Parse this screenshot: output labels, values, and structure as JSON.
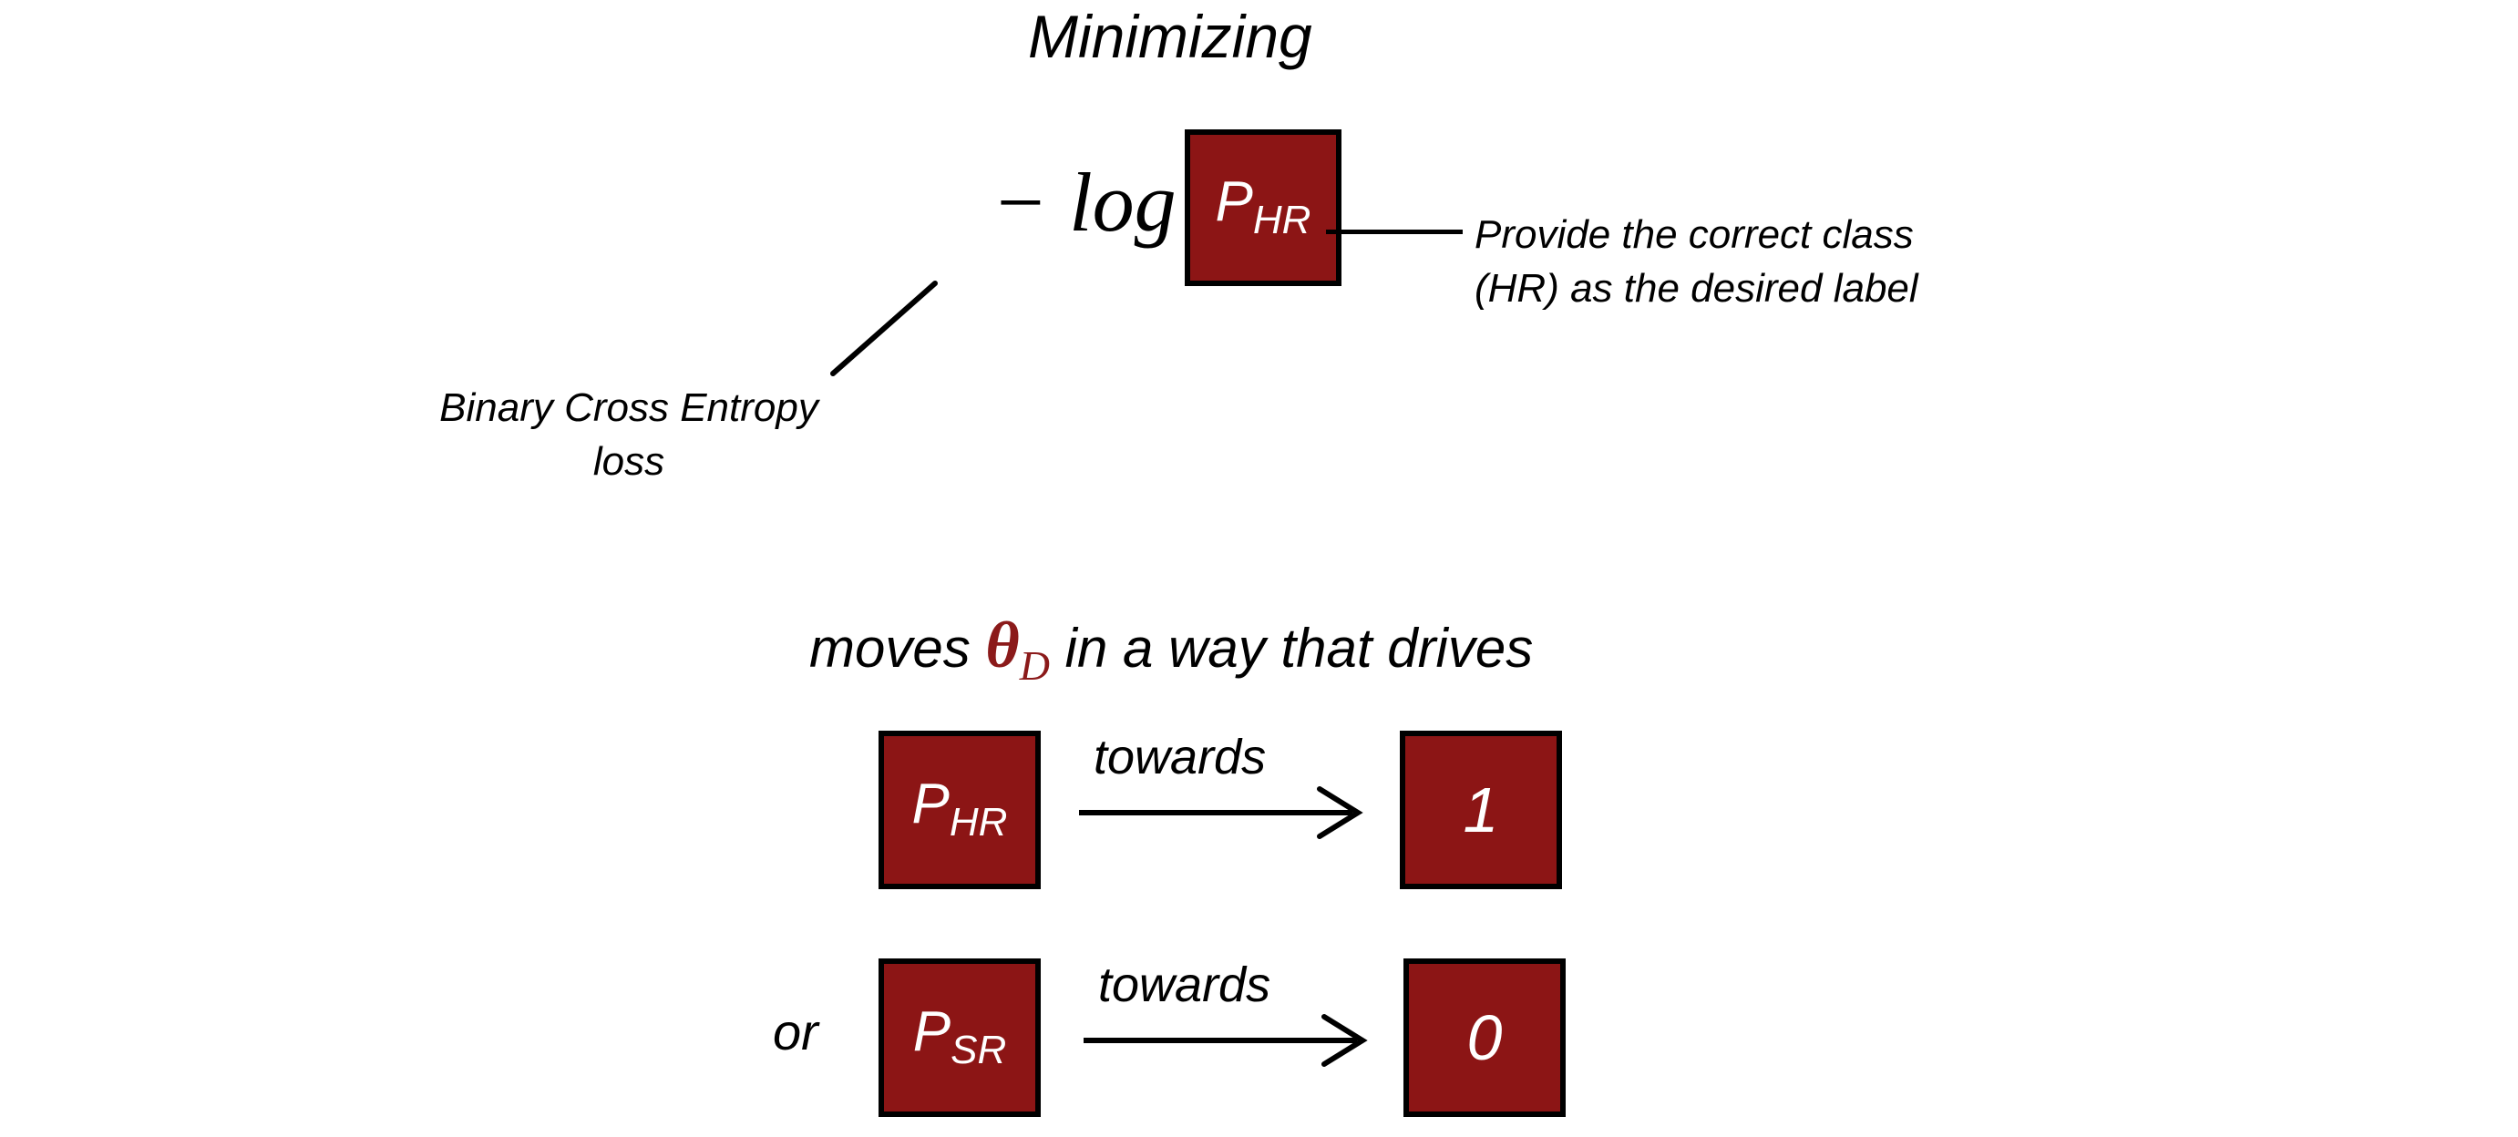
{
  "meta": {
    "background_color": "#FFFFFF",
    "accent_color": "#8C1515",
    "theta_color": "#8B1A1A",
    "line_color": "#000000",
    "box_text_color": "#FFFFFF"
  },
  "title": {
    "text": "Minimizing"
  },
  "formula": {
    "prefix": "− log",
    "box": {
      "base": "P",
      "subscript": "HR",
      "full_label": "P HR"
    }
  },
  "annotations": {
    "right": {
      "line1": "Provide the correct class",
      "line2": "(HR) as the desired label"
    },
    "left": {
      "line1": "Binary Cross Entropy",
      "line2": "loss"
    }
  },
  "middle_phrase": {
    "before": "moves",
    "theta_base": "θ",
    "theta_sub": "D",
    "after": "in a way that drives"
  },
  "rows": [
    {
      "prefix": "",
      "source": {
        "base": "P",
        "subscript": "HR",
        "full_label": "P HR"
      },
      "arrow_label": "towards",
      "target": "1"
    },
    {
      "prefix": "or",
      "source": {
        "base": "P",
        "subscript": "SR",
        "full_label": "P SR"
      },
      "arrow_label": "towards",
      "target": "0"
    }
  ]
}
